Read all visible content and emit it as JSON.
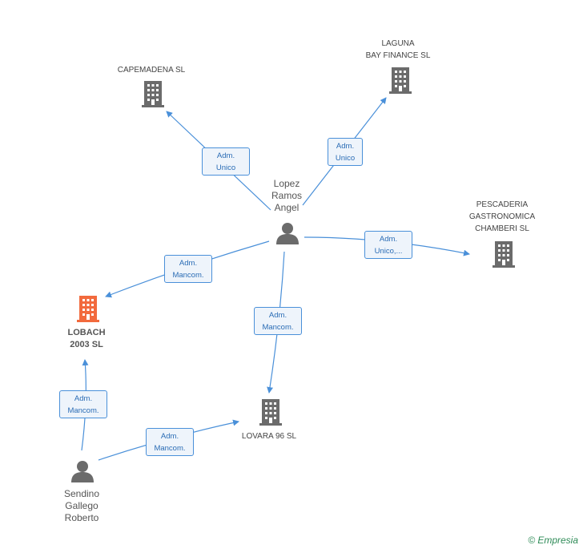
{
  "nodes": {
    "capemadena": {
      "lines": [
        "CAPEMADENA SL"
      ],
      "type": "company",
      "color": "#6b6b6b"
    },
    "laguna": {
      "lines": [
        "LAGUNA",
        "BAY FINANCE SL"
      ],
      "type": "company",
      "color": "#6b6b6b"
    },
    "pescaderia": {
      "lines": [
        "PESCADERIA",
        "GASTRONOMICA",
        "CHAMBERI SL"
      ],
      "type": "company",
      "color": "#6b6b6b"
    },
    "lobach": {
      "lines": [
        "LOBACH",
        "2003 SL"
      ],
      "type": "company",
      "color": "#f26a3d"
    },
    "lovara": {
      "lines": [
        "LOVARA 96 SL"
      ],
      "type": "company",
      "color": "#6b6b6b"
    },
    "lopez": {
      "lines": [
        "Lopez",
        "Ramos",
        "Angel"
      ],
      "type": "person",
      "color": "#6b6b6b"
    },
    "sendino": {
      "lines": [
        "Sendino",
        "Gallego",
        "Roberto"
      ],
      "type": "person",
      "color": "#6b6b6b"
    }
  },
  "roles": {
    "r_capemadena": [
      "Adm.",
      "Unico"
    ],
    "r_laguna": [
      "Adm.",
      "Unico"
    ],
    "r_pescaderia": [
      "Adm.",
      "Unico,..."
    ],
    "r_lobach_lopez": [
      "Adm.",
      "Mancom."
    ],
    "r_lovara_lopez": [
      "Adm.",
      "Mancom."
    ],
    "r_lobach_sendino": [
      "Adm.",
      "Mancom."
    ],
    "r_lovara_sendino": [
      "Adm.",
      "Mancom."
    ]
  },
  "edges": [
    {
      "from": "lopez",
      "to": "capemadena",
      "role": "r_capemadena"
    },
    {
      "from": "lopez",
      "to": "laguna",
      "role": "r_laguna"
    },
    {
      "from": "lopez",
      "to": "pescaderia",
      "role": "r_pescaderia"
    },
    {
      "from": "lopez",
      "to": "lobach",
      "role": "r_lobach_lopez"
    },
    {
      "from": "lopez",
      "to": "lovara",
      "role": "r_lovara_lopez"
    },
    {
      "from": "sendino",
      "to": "lobach",
      "role": "r_lobach_sendino"
    },
    {
      "from": "sendino",
      "to": "lovara",
      "role": "r_lovara_sendino"
    }
  ],
  "colors": {
    "edge": "#4a90d9",
    "highlight": "#f26a3d",
    "icon": "#6b6b6b"
  },
  "brand": {
    "symbol": "©",
    "name": "Empresia"
  }
}
